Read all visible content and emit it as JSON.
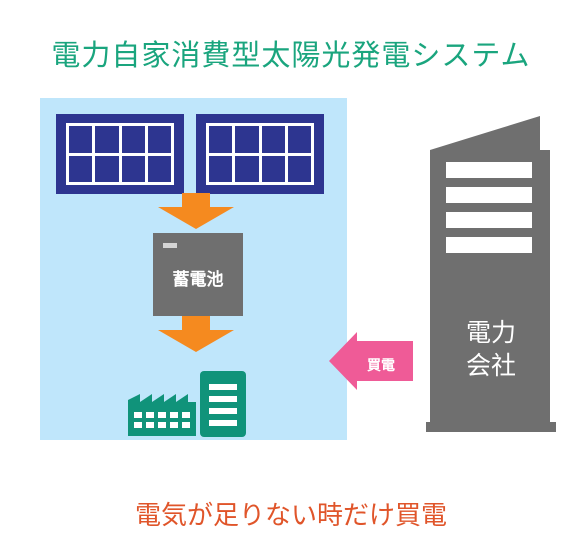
{
  "title": "電力自家消費型太陽光発電システム",
  "caption": "電気が足りない時だけ買電",
  "battery": {
    "label": "蓄電池"
  },
  "power_company": {
    "label": "電力\n会社"
  },
  "purchase_arrow": {
    "label": "買電"
  },
  "colors": {
    "title": "#1aa57e",
    "caption": "#e0552a",
    "panel_background": "#bfe6fb",
    "solar_cell": "#2d3590",
    "arrow_orange": "#f58a1f",
    "battery_gray": "#6f6f6f",
    "building_gray": "#6f6f6f",
    "factory_green": "#10937a",
    "purchase_arrow": "#ef5b97"
  }
}
